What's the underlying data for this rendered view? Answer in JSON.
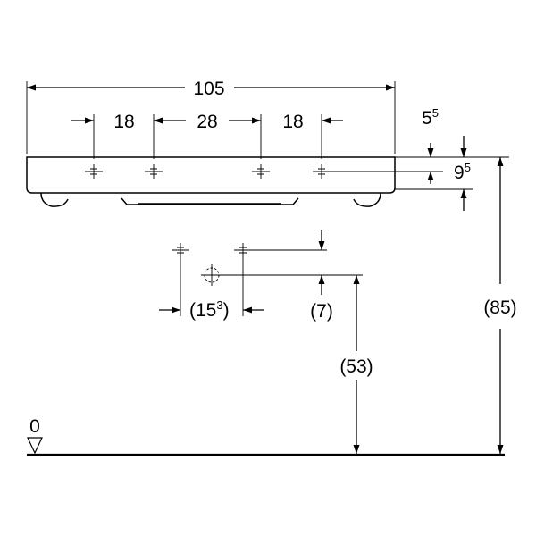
{
  "drawing": {
    "overall_width": "105",
    "hole_spacing": [
      "18",
      "28",
      "18"
    ],
    "tap_hole_offset": {
      "base": "5",
      "sup": "5"
    },
    "rim_to_waste": {
      "base": "9",
      "sup": "5"
    },
    "waste_spacing": {
      "open": "(",
      "base": "15",
      "sup": "3",
      "close": ")"
    },
    "trap_offset": "(7)",
    "outlet_height": "(53)",
    "rim_height": "(85)",
    "floor_level": "0"
  },
  "colors": {
    "ink": "#000000",
    "background": "#ffffff"
  }
}
